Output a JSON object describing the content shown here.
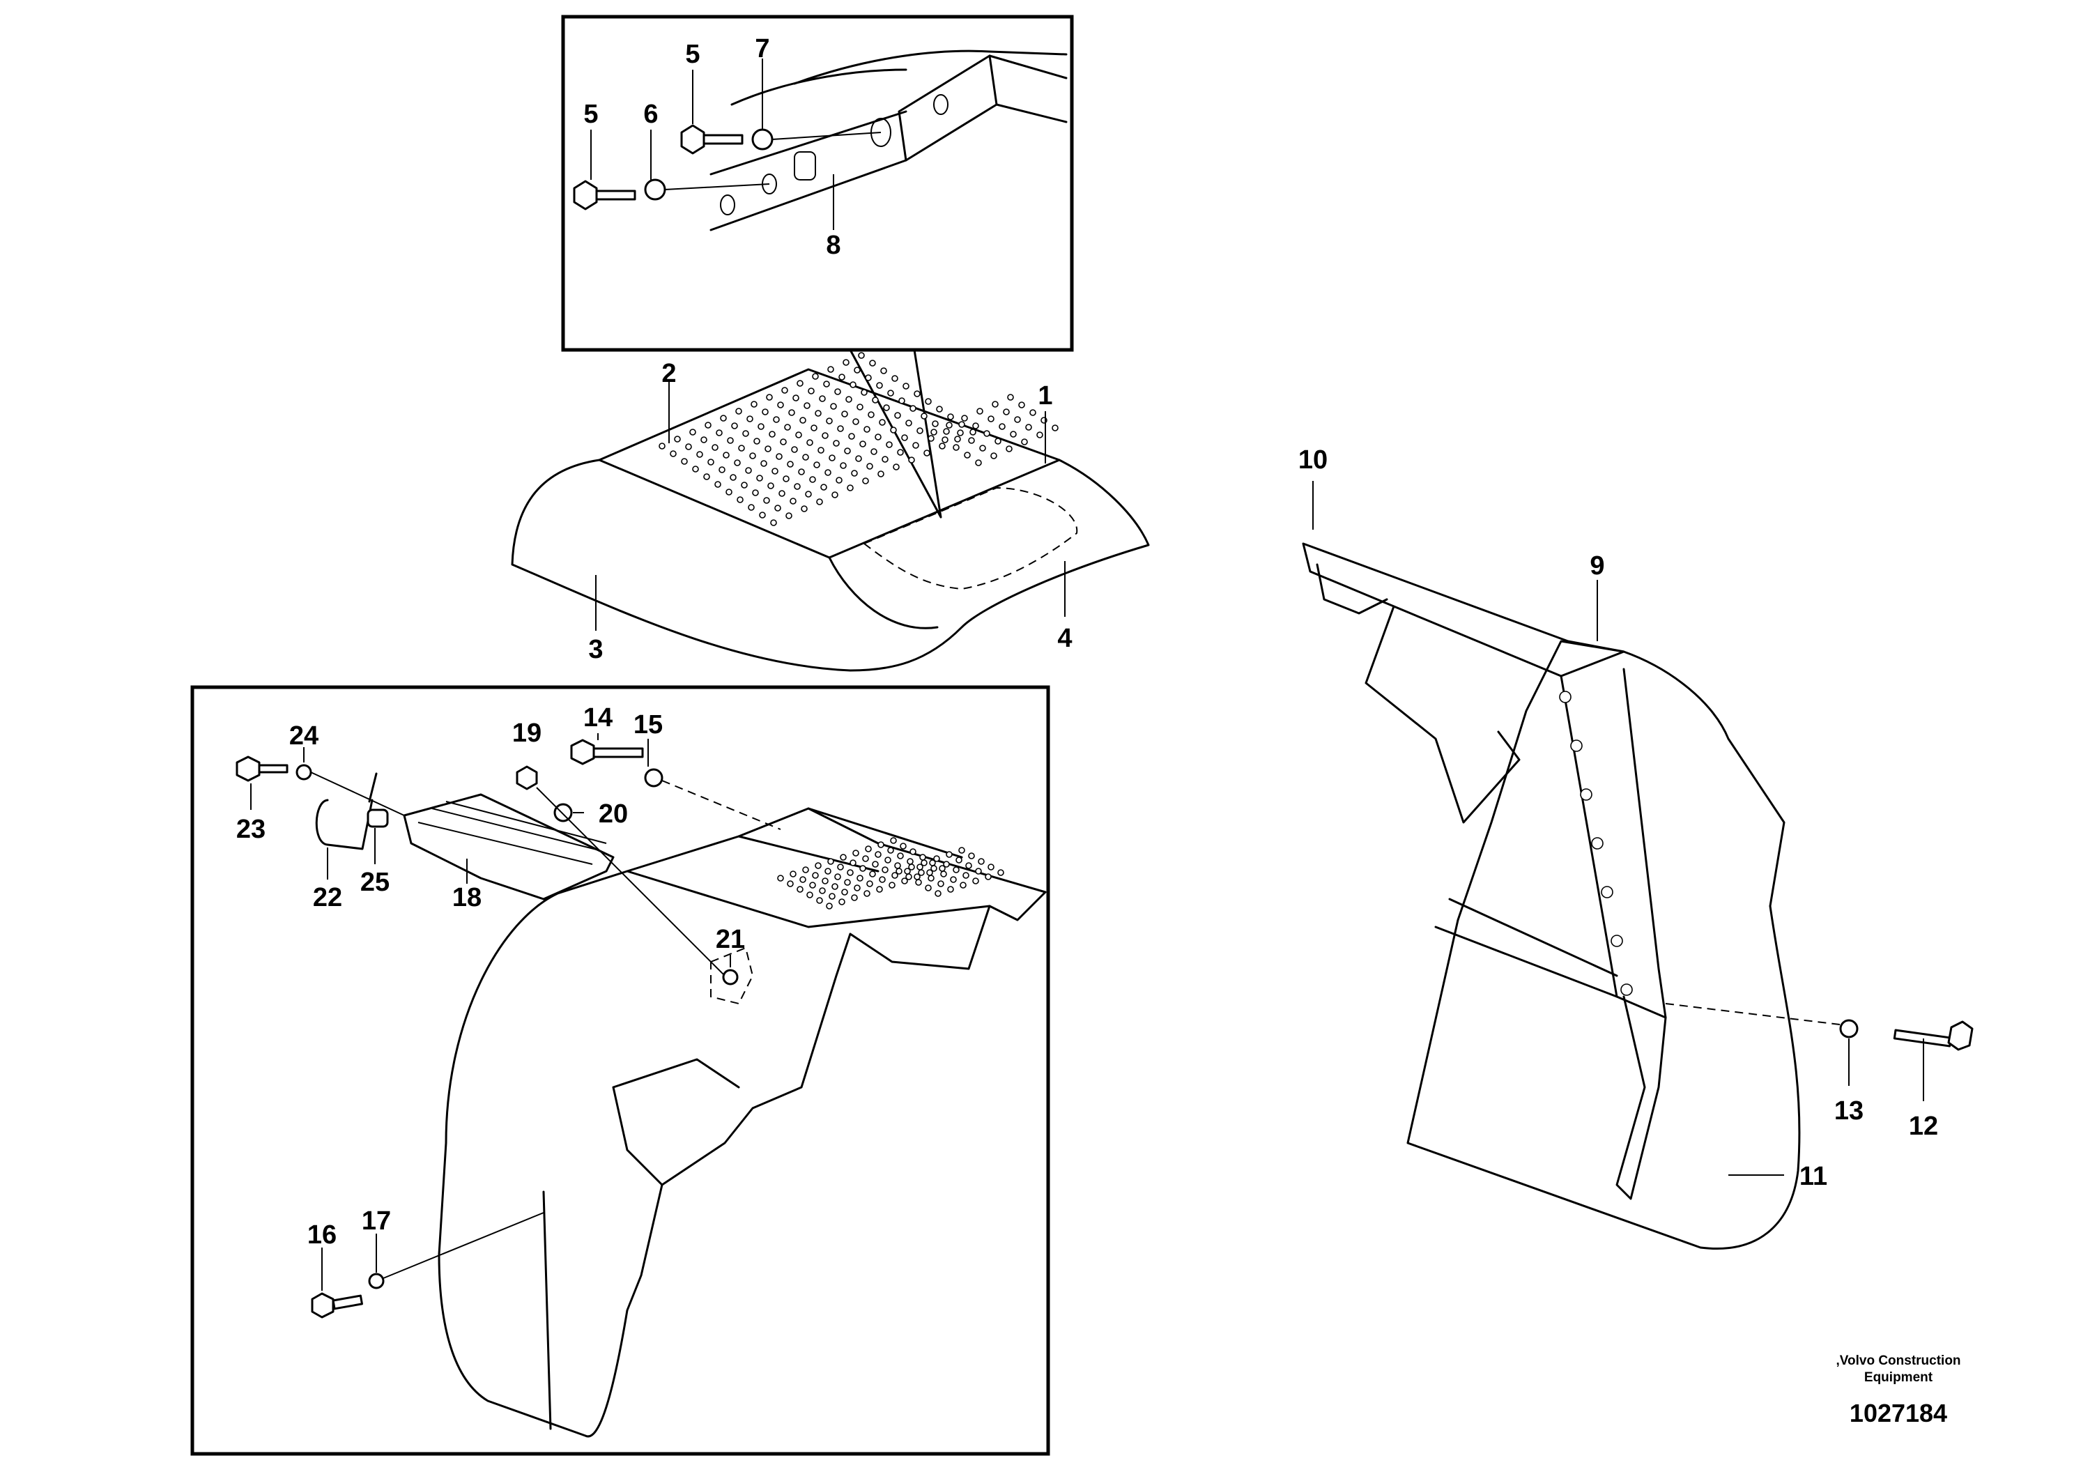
{
  "labels": {
    "p1": "1",
    "p2": "2",
    "p3": "3",
    "p4": "4",
    "p5a": "5",
    "p5b": "5",
    "p6": "6",
    "p7": "7",
    "p8": "8",
    "p9": "9",
    "p10": "10",
    "p11": "11",
    "p12": "12",
    "p13": "13",
    "p14": "14",
    "p15": "15",
    "p16": "16",
    "p17": "17",
    "p18": "18",
    "p19": "19",
    "p20": "20",
    "p21": "21",
    "p22": "22",
    "p23": "23",
    "p24": "24",
    "p25": "25"
  },
  "credit_line1": ",Volvo Construction",
  "credit_line2": "Equipment",
  "document_number": "1027184"
}
